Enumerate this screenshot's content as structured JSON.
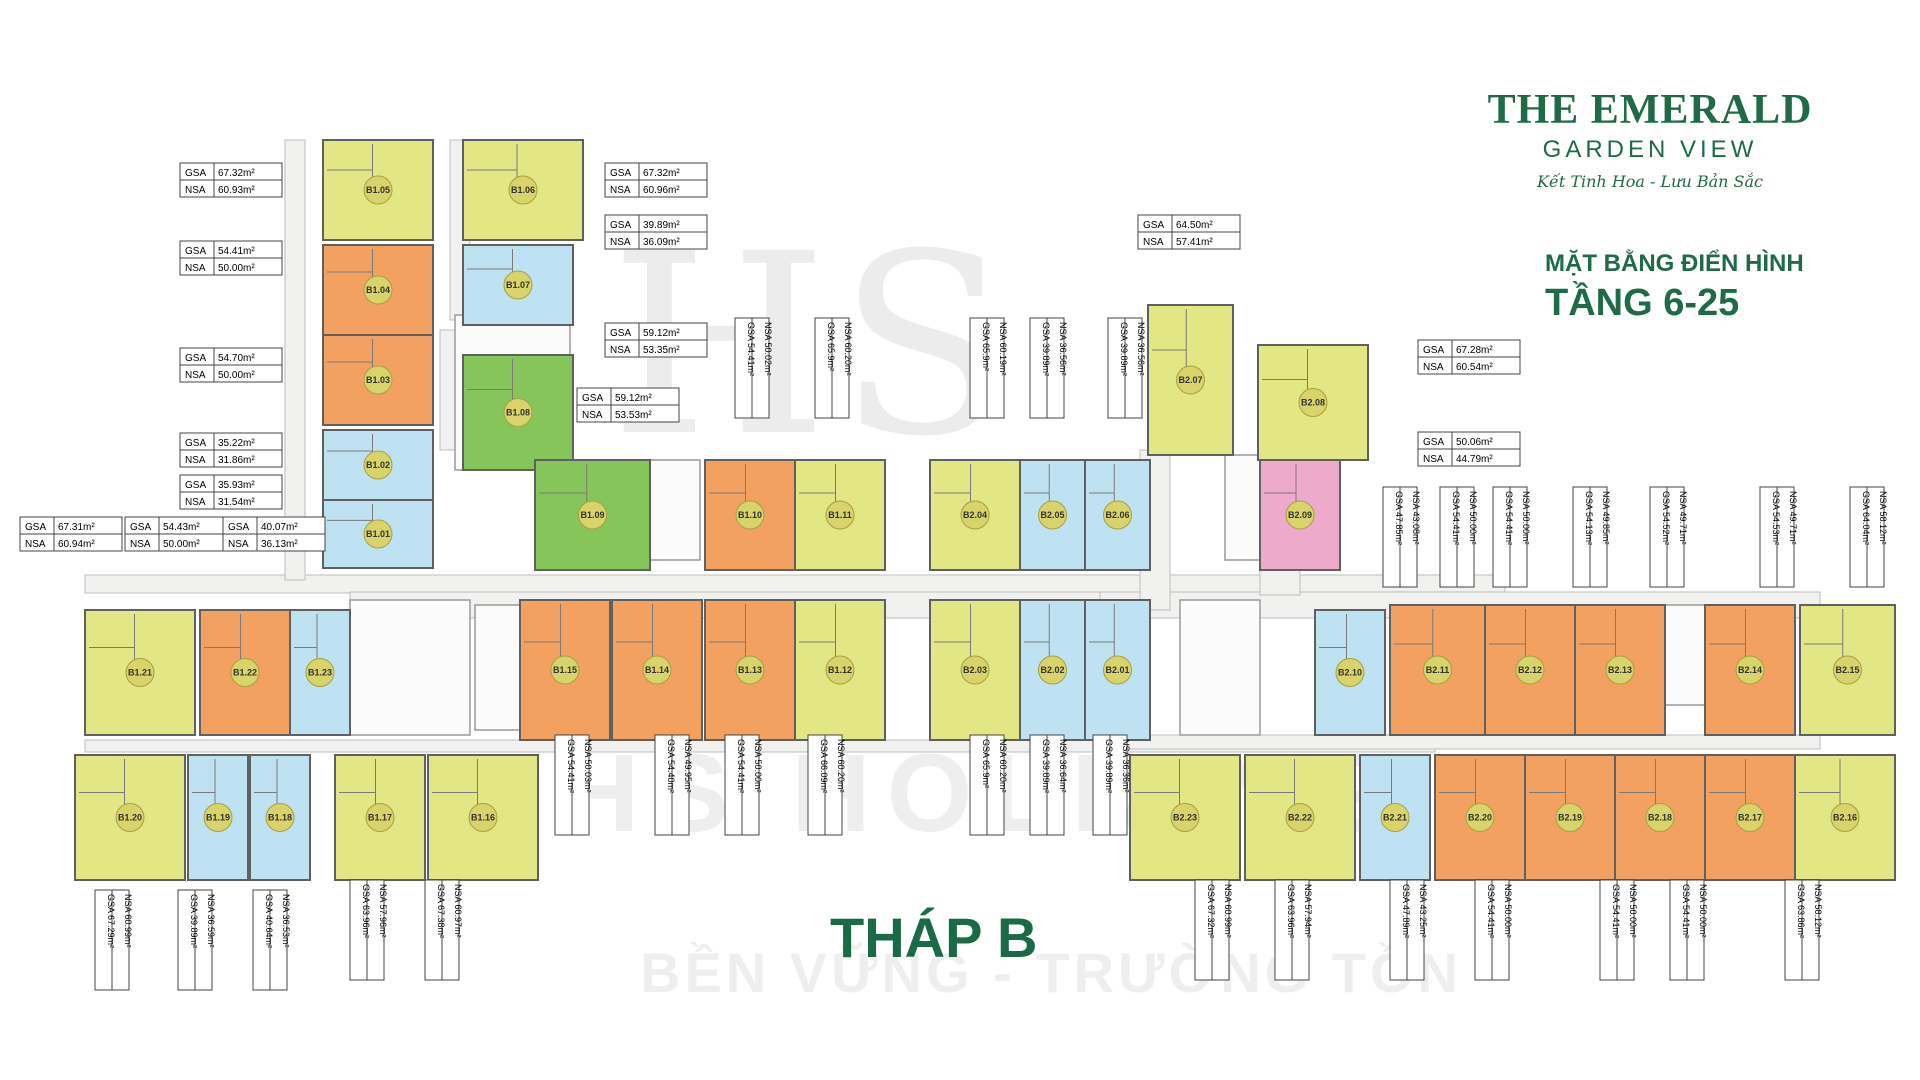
{
  "brand": {
    "name": "THE EMERALD",
    "sub": "GARDEN VIEW",
    "tagline": "Kết Tinh Hoa - Lưu Bản Sắc"
  },
  "plan": {
    "subtitle": "MẶT BẰNG  ĐIỂN HÌNH",
    "title": "TẦNG 6-25"
  },
  "tower": {
    "label": "THÁP B"
  },
  "watermark": {
    "letters": "HS",
    "name": "HS HOLDING",
    "slogan": "BỀN VỮNG - TRƯỜNG TỒN"
  },
  "colors": {
    "yellow": "#e3e684",
    "orange": "#f2a160",
    "blue": "#bfe2f3",
    "green": "#86c55a",
    "pink": "#eeaacb",
    "wall": "#606060",
    "corridor": "#f1f1ef",
    "core": "#fbfbfb",
    "brand_green": "#1f6b47"
  },
  "units": [
    {
      "id": "B1.05",
      "color": "yellow",
      "gsa": "67.32m²",
      "nsa": "60.93m²"
    },
    {
      "id": "B1.06",
      "color": "yellow",
      "gsa": "67.32m²",
      "nsa": "60.96m²"
    },
    {
      "id": "B1.04",
      "color": "orange",
      "gsa": "54.41m²",
      "nsa": "50.00m²"
    },
    {
      "id": "B1.07",
      "color": "blue",
      "gsa": "39.89m²",
      "nsa": "36.09m²"
    },
    {
      "id": "B1.03",
      "color": "orange",
      "gsa": "54.70m²",
      "nsa": "50.00m²"
    },
    {
      "id": "B1.08",
      "color": "green",
      "gsa": "59.12m²",
      "nsa": "53.35m²"
    },
    {
      "id": "B1.09",
      "color": "green",
      "gsa": "59.12m²",
      "nsa": "53.53m²"
    },
    {
      "id": "B1.02",
      "color": "blue",
      "gsa": "35.22m²",
      "nsa": "31.86m²"
    },
    {
      "id": "B1.01",
      "color": "blue",
      "gsa": "35.93m²",
      "nsa": "31.54m²"
    },
    {
      "id": "B1.21",
      "color": "yellow",
      "gsa": "67.31m²",
      "nsa": "60.94m²"
    },
    {
      "id": "B1.22",
      "color": "orange",
      "gsa": "54.43m²",
      "nsa": "50.00m²"
    },
    {
      "id": "B1.23",
      "color": "blue",
      "gsa": "40.07m²",
      "nsa": "36.13m²"
    },
    {
      "id": "B1.10",
      "color": "orange",
      "gsa": "54.41m²",
      "nsa": "50.02m²"
    },
    {
      "id": "B1.11",
      "color": "yellow",
      "gsa": "65.9m²",
      "nsa": "60.20m²"
    },
    {
      "id": "B2.04",
      "color": "yellow",
      "gsa": "65.9m²",
      "nsa": "60.19m²"
    },
    {
      "id": "B2.05",
      "color": "blue",
      "gsa": "39.89m²",
      "nsa": "36.56m²"
    },
    {
      "id": "B2.06",
      "color": "blue",
      "gsa": "39.89m²",
      "nsa": "36.56m²"
    },
    {
      "id": "B2.07",
      "color": "yellow",
      "gsa": "64.50m²",
      "nsa": "57.41m²"
    },
    {
      "id": "B2.08",
      "color": "yellow",
      "gsa": "67.28m²",
      "nsa": "60.54m²"
    },
    {
      "id": "B2.09",
      "color": "pink",
      "gsa": "50.06m²",
      "nsa": "44.79m²"
    },
    {
      "id": "B2.10",
      "color": "blue",
      "gsa": "47.85m²",
      "nsa": "43.08m²"
    },
    {
      "id": "B2.11",
      "color": "orange",
      "gsa": "54.41m²",
      "nsa": "50.00m²"
    },
    {
      "id": "B2.12",
      "color": "orange",
      "gsa": "54.41m²",
      "nsa": "50.00m²"
    },
    {
      "id": "B2.13",
      "color": "orange",
      "gsa": "54.13m²",
      "nsa": "49.85m²"
    },
    {
      "id": "B2.14",
      "color": "orange",
      "gsa": "54.52m²",
      "nsa": "49.71m²"
    },
    {
      "id": "B2.14b",
      "color": "orange",
      "gsa": "54.53m²",
      "nsa": "49.71m²"
    },
    {
      "id": "B2.15",
      "color": "yellow",
      "gsa": "64.04m²",
      "nsa": "58.12m²"
    },
    {
      "id": "B1.15",
      "color": "orange",
      "gsa": "54.41m²",
      "nsa": "50.03m²"
    },
    {
      "id": "B1.14",
      "color": "orange",
      "gsa": "54.40m²",
      "nsa": "49.95m²"
    },
    {
      "id": "B1.13",
      "color": "orange",
      "gsa": "54.41m²",
      "nsa": "50.00m²"
    },
    {
      "id": "B1.12",
      "color": "yellow",
      "gsa": "66.09m²",
      "nsa": "60.20m²"
    },
    {
      "id": "B2.03",
      "color": "yellow",
      "gsa": "65.9m²",
      "nsa": "60.20m²"
    },
    {
      "id": "B2.02",
      "color": "blue",
      "gsa": "39.89m²",
      "nsa": "36.64m²"
    },
    {
      "id": "B2.01",
      "color": "blue",
      "gsa": "39.89m²",
      "nsa": "36.36m²"
    },
    {
      "id": "B1.20",
      "color": "yellow",
      "gsa": "67.29m²",
      "nsa": "60.99m²"
    },
    {
      "id": "B1.19",
      "color": "blue",
      "gsa": "39.89m²",
      "nsa": "36.59m²"
    },
    {
      "id": "B1.18",
      "color": "blue",
      "gsa": "40.64m²",
      "nsa": "36.53m²"
    },
    {
      "id": "B1.17",
      "color": "yellow",
      "gsa": "63.96m²",
      "nsa": "57.96m²"
    },
    {
      "id": "B1.16",
      "color": "yellow",
      "gsa": "67.38m²",
      "nsa": "60.97m²"
    },
    {
      "id": "B2.23",
      "color": "yellow",
      "gsa": "67.32m²",
      "nsa": "60.99m²"
    },
    {
      "id": "B2.22",
      "color": "yellow",
      "gsa": "63.96m²",
      "nsa": "57.94m²"
    },
    {
      "id": "B2.21",
      "color": "blue",
      "gsa": "47.89m²",
      "nsa": "43.25m²"
    },
    {
      "id": "B2.20",
      "color": "orange",
      "gsa": "54.41m²",
      "nsa": "50.00m²"
    },
    {
      "id": "B2.19",
      "color": "orange",
      "gsa": "",
      "nsa": ""
    },
    {
      "id": "B2.18",
      "color": "orange",
      "gsa": "54.41m²",
      "nsa": "50.00m²"
    },
    {
      "id": "B2.17",
      "color": "orange",
      "gsa": "54.41m²",
      "nsa": "50.00m²"
    },
    {
      "id": "B2.16",
      "color": "yellow",
      "gsa": "63.86m²",
      "nsa": "58.12m²"
    }
  ]
}
